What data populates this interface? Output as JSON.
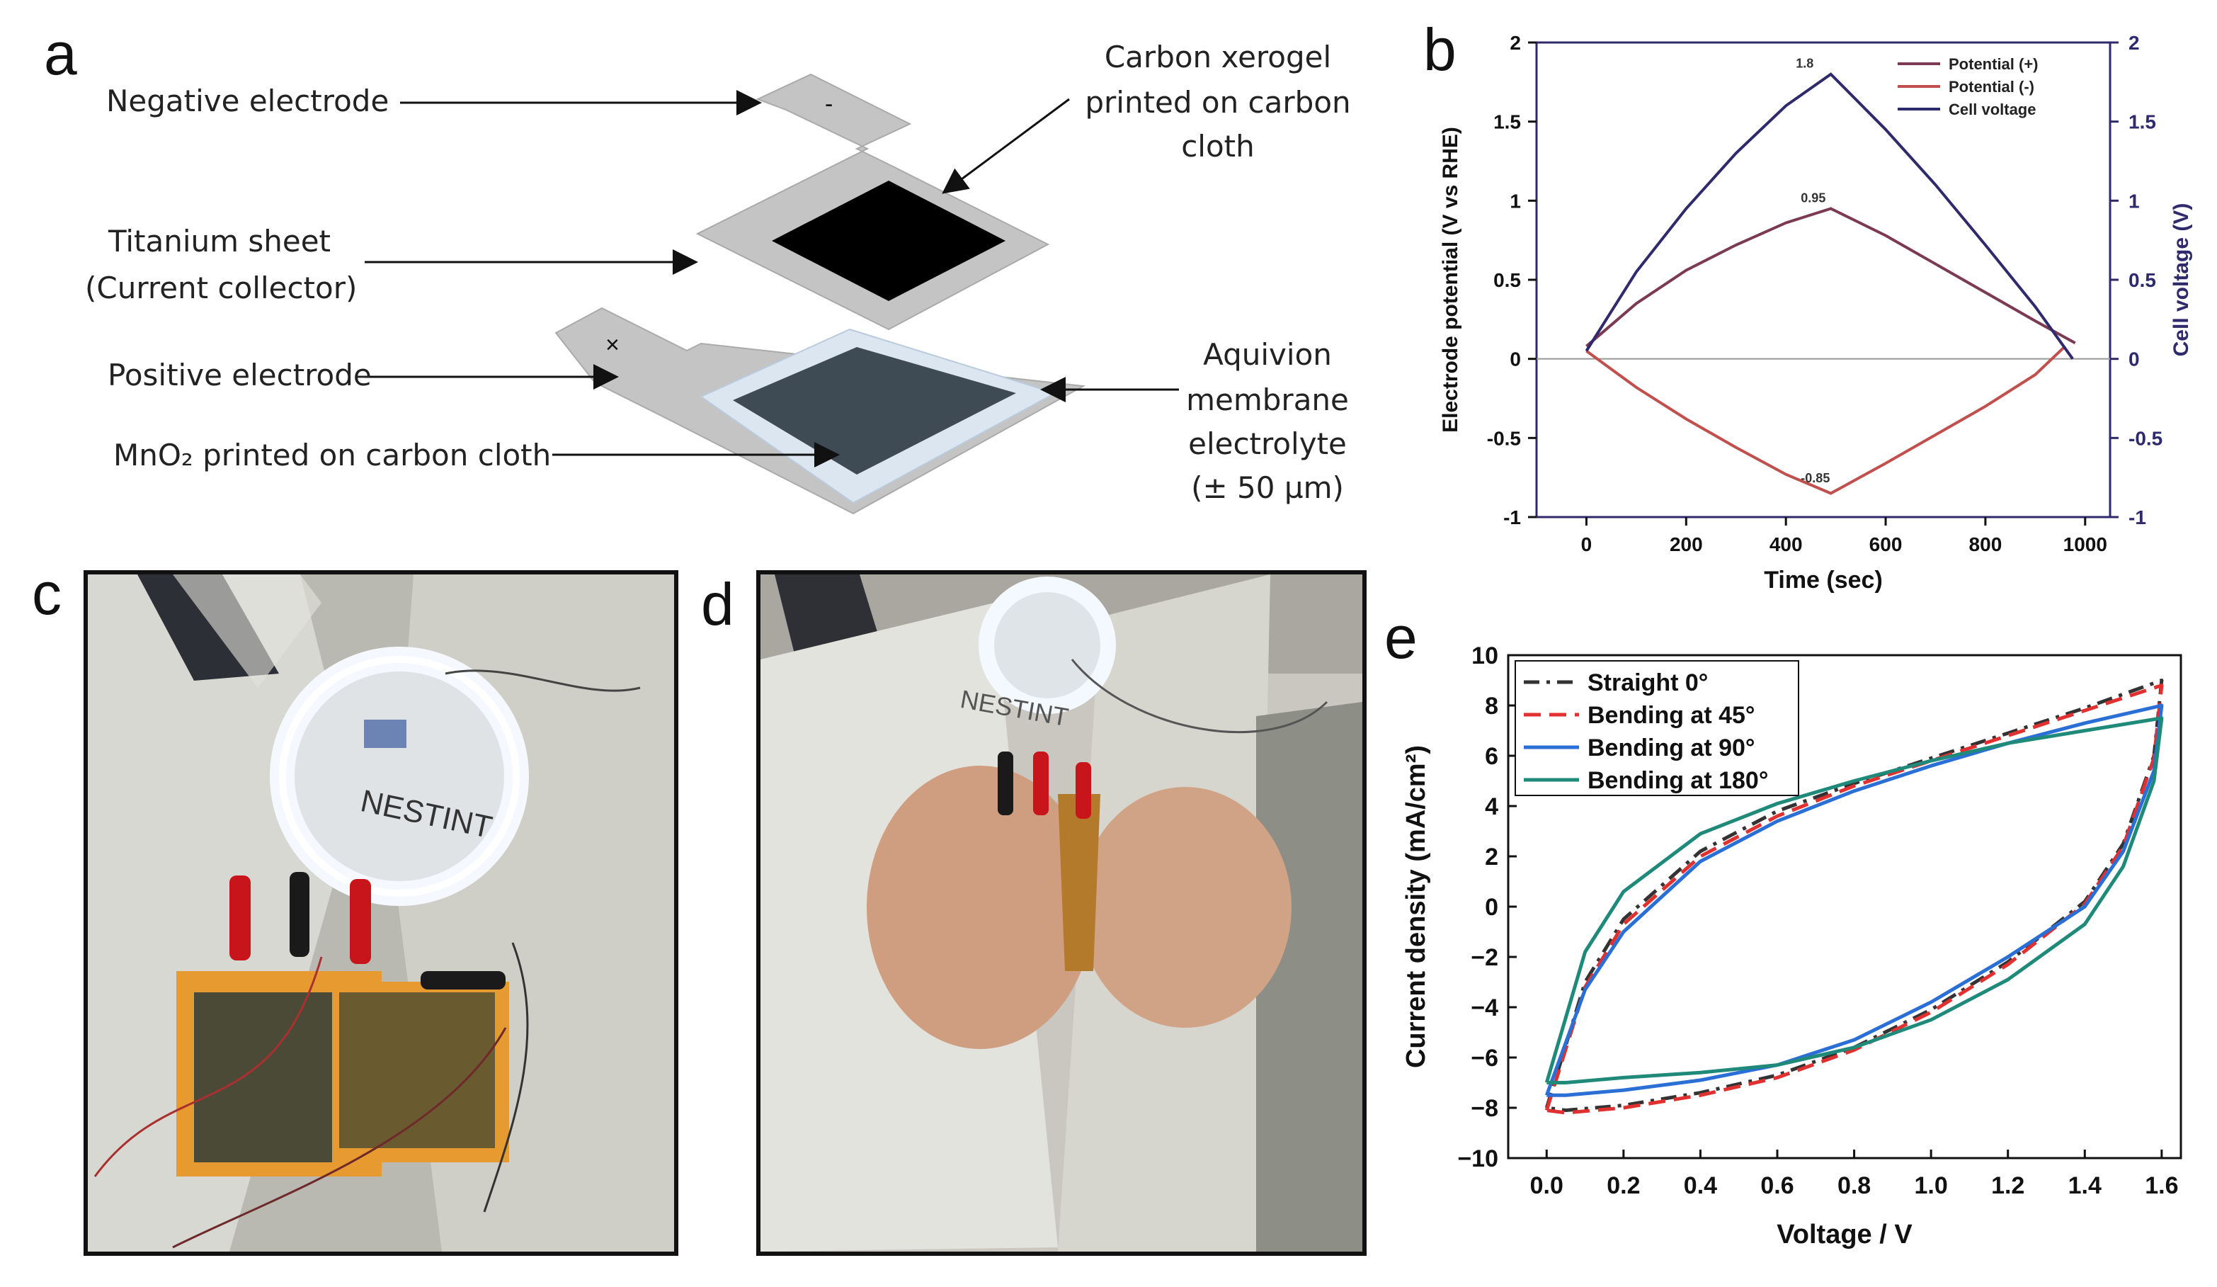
{
  "panel_letters": {
    "a": "a",
    "b": "b",
    "c": "c",
    "d": "d",
    "e": "e"
  },
  "schematic": {
    "negative_electrode": "Negative electrode",
    "negative_sign": "-",
    "titanium_1": "Titanium sheet",
    "titanium_2": "(Current collector)",
    "positive_electrode": "Positive electrode",
    "positive_sign": "×",
    "mno2": "MnO₂ printed on carbon cloth",
    "xerogel_1": "Carbon xerogel",
    "xerogel_2": "printed on carbon",
    "xerogel_3": "cloth",
    "aquivion_1": "Aquivion",
    "aquivion_2": "membrane",
    "aquivion_3": "electrolyte",
    "aquivion_4": "(± 50 µm)"
  },
  "photo_c": {
    "ring_text": "NESTINT"
  },
  "photo_d": {
    "ring_text": "NESTINT"
  },
  "colors": {
    "potential_pos": "#7b3a52",
    "potential_neg": "#c0504d",
    "cell_voltage": "#2f2a6b",
    "straight": "#333333",
    "bend45": "#e03030",
    "bend90": "#2a6fd6",
    "bend180": "#1f8a7a"
  },
  "chart_data": [
    {
      "type": "line",
      "xlabel": "Time (sec)",
      "ylabel": "Electrode potential (V vs RHE)",
      "y2label": "Cell voltage (V)",
      "xlim": [
        -100,
        1050
      ],
      "ylim": [
        -1,
        2
      ],
      "xticks": [
        0,
        200,
        400,
        600,
        800,
        1000
      ],
      "yticks": [
        -1,
        -0.5,
        0,
        0.5,
        1,
        1.5,
        2
      ],
      "ytick_labels": [
        "-1",
        "-0.5",
        "0",
        "0.5",
        "1",
        "1.5",
        "2"
      ],
      "legend_position": "top-right",
      "series": [
        {
          "name": "Potential (+)",
          "color": "#7b3a52",
          "x": [
            0,
            100,
            200,
            300,
            400,
            490,
            600,
            700,
            800,
            900,
            980
          ],
          "y": [
            0.08,
            0.35,
            0.56,
            0.72,
            0.86,
            0.95,
            0.78,
            0.6,
            0.42,
            0.24,
            0.1
          ]
        },
        {
          "name": "Potential (-)",
          "color": "#c0504d",
          "x": [
            0,
            100,
            200,
            300,
            400,
            490,
            600,
            700,
            800,
            900,
            960
          ],
          "y": [
            0.05,
            -0.18,
            -0.38,
            -0.56,
            -0.73,
            -0.85,
            -0.66,
            -0.48,
            -0.3,
            -0.1,
            0.08
          ]
        },
        {
          "name": "Cell voltage",
          "color": "#2f2a6b",
          "x": [
            0,
            100,
            200,
            300,
            400,
            490,
            600,
            700,
            800,
            900,
            975
          ],
          "y": [
            0.05,
            0.55,
            0.95,
            1.3,
            1.6,
            1.8,
            1.45,
            1.1,
            0.72,
            0.33,
            0.0
          ]
        }
      ],
      "annotations": [
        {
          "text": "1.8",
          "x": 420,
          "y": 1.84
        },
        {
          "text": "0.95",
          "x": 430,
          "y": 0.99
        },
        {
          "text": "-0.85",
          "x": 430,
          "y": -0.78
        }
      ]
    },
    {
      "type": "line",
      "xlabel": "Voltage / V",
      "ylabel": "Current density (mA/cm²)",
      "xlim": [
        -0.1,
        1.65
      ],
      "ylim": [
        -10,
        10
      ],
      "xticks": [
        0.0,
        0.2,
        0.4,
        0.6,
        0.8,
        1.0,
        1.2,
        1.4,
        1.6
      ],
      "xtick_labels": [
        "0.0",
        "0.2",
        "0.4",
        "0.6",
        "0.8",
        "1.0",
        "1.2",
        "1.4",
        "1.6"
      ],
      "yticks": [
        -10,
        -8,
        -6,
        -4,
        -2,
        0,
        2,
        4,
        6,
        8,
        10
      ],
      "ytick_labels": [
        "−10",
        "−8",
        "−6",
        "−4",
        "−2",
        "0",
        "2",
        "4",
        "6",
        "8",
        "10"
      ],
      "legend_position": "top-left",
      "series": [
        {
          "name": "Straight 0°",
          "color": "#333333",
          "dash": "dashdot",
          "x": [
            0,
            0.1,
            0.2,
            0.4,
            0.6,
            0.8,
            1.0,
            1.2,
            1.4,
            1.6,
            1.58,
            1.5,
            1.4,
            1.2,
            1.0,
            0.8,
            0.6,
            0.4,
            0.2,
            0.05,
            0
          ],
          "y": [
            -8,
            -3,
            -0.5,
            2.2,
            3.8,
            4.9,
            5.9,
            6.9,
            7.9,
            9,
            6,
            2.5,
            0.2,
            -2.2,
            -4.1,
            -5.6,
            -6.7,
            -7.4,
            -7.9,
            -8.1,
            -8
          ]
        },
        {
          "name": "Bending at 45°",
          "color": "#e03030",
          "dash": "dash",
          "x": [
            0,
            0.1,
            0.2,
            0.4,
            0.6,
            0.8,
            1.0,
            1.2,
            1.4,
            1.6,
            1.58,
            1.5,
            1.4,
            1.2,
            1.0,
            0.8,
            0.6,
            0.4,
            0.2,
            0.05,
            0
          ],
          "y": [
            -8.1,
            -3.2,
            -0.7,
            2.0,
            3.6,
            4.8,
            5.8,
            6.8,
            7.8,
            8.8,
            5.9,
            2.4,
            0.1,
            -2.3,
            -4.2,
            -5.7,
            -6.8,
            -7.5,
            -8.0,
            -8.2,
            -8.1
          ]
        },
        {
          "name": "Bending at 90°",
          "color": "#2a6fd6",
          "dash": "solid",
          "x": [
            0,
            0.1,
            0.2,
            0.4,
            0.6,
            0.8,
            1.0,
            1.2,
            1.4,
            1.6,
            1.58,
            1.5,
            1.4,
            1.2,
            1.0,
            0.8,
            0.6,
            0.4,
            0.2,
            0.05,
            0
          ],
          "y": [
            -7.5,
            -3.3,
            -1.0,
            1.8,
            3.4,
            4.6,
            5.6,
            6.5,
            7.3,
            8.0,
            5.4,
            2.2,
            0.0,
            -2.0,
            -3.8,
            -5.3,
            -6.3,
            -6.9,
            -7.3,
            -7.5,
            -7.5
          ]
        },
        {
          "name": "Bending at 180°",
          "color": "#1f8a7a",
          "dash": "solid",
          "x": [
            0,
            0.1,
            0.2,
            0.4,
            0.6,
            0.8,
            1.0,
            1.2,
            1.4,
            1.6,
            1.58,
            1.5,
            1.4,
            1.2,
            1.0,
            0.8,
            0.6,
            0.4,
            0.2,
            0.05,
            0
          ],
          "y": [
            -7.0,
            -1.8,
            0.6,
            2.9,
            4.1,
            5.0,
            5.8,
            6.5,
            7.0,
            7.5,
            5.0,
            1.6,
            -0.7,
            -2.9,
            -4.5,
            -5.6,
            -6.3,
            -6.6,
            -6.8,
            -7.0,
            -7.0
          ]
        }
      ]
    }
  ]
}
